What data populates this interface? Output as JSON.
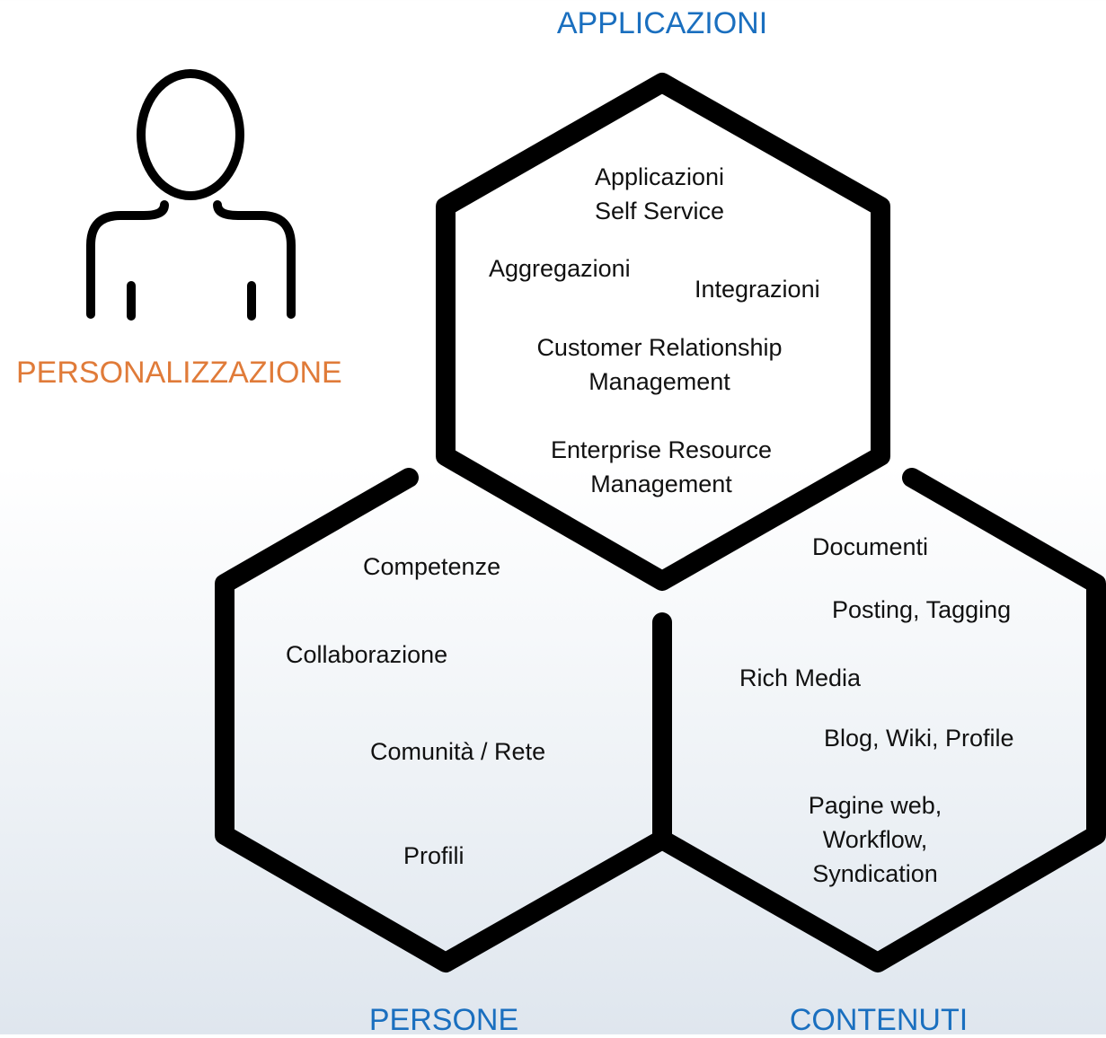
{
  "colors": {
    "section_title": "#1a6fbf",
    "personalization": "#e07b39",
    "stroke": "#000000"
  },
  "person": {
    "icon": "person-outline-icon",
    "label": "PERSONALIZZAZIONE"
  },
  "applicazioni": {
    "title": "APPLICAZIONI",
    "items": [
      "Applicazioni\nSelf Service",
      "Aggregazioni",
      "Integrazioni",
      "Customer Relationship\nManagement",
      "Enterprise Resource\nManagement"
    ]
  },
  "persone": {
    "title": "PERSONE",
    "items": [
      "Competenze",
      "Collaborazione",
      "Comunità / Rete",
      "Profili"
    ]
  },
  "contenuti": {
    "title": "CONTENUTI",
    "items": [
      "Documenti",
      "Posting, Tagging",
      "Rich Media",
      "Blog, Wiki, Profile",
      "Pagine web,\nWorkflow,\nSyndication"
    ]
  }
}
